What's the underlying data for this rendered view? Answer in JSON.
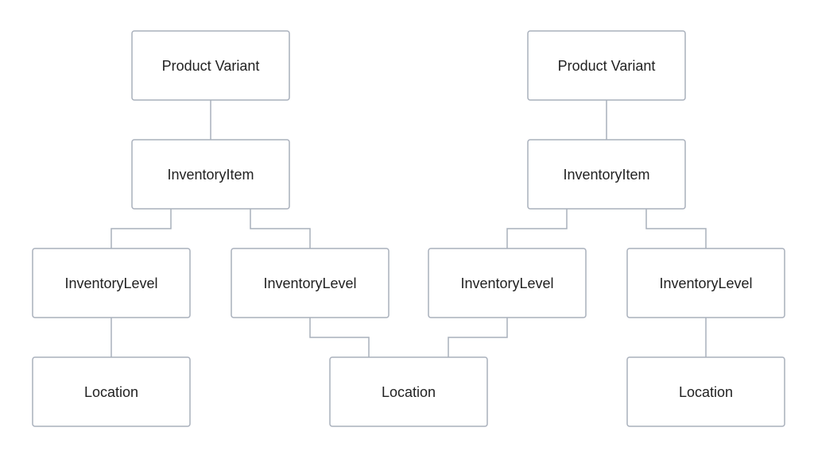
{
  "diagram": {
    "left": {
      "variant": "Product Variant",
      "item": "InventoryItem",
      "level_1": "InventoryLevel",
      "level_2": "InventoryLevel",
      "location": "Location"
    },
    "right": {
      "variant": "Product Variant",
      "item": "InventoryItem",
      "level_1": "InventoryLevel",
      "level_2": "InventoryLevel",
      "location": "Location"
    },
    "shared_location": "Location"
  },
  "colors": {
    "border": "#a9b0bc",
    "text": "#222222",
    "background": "#ffffff"
  }
}
